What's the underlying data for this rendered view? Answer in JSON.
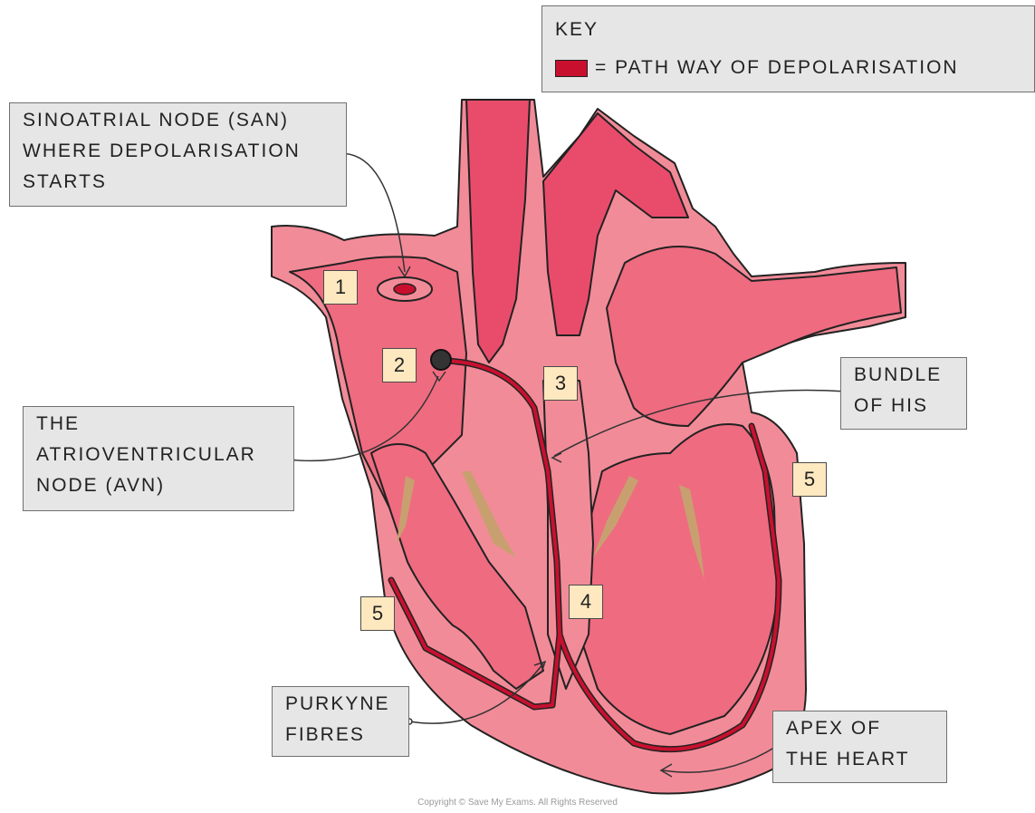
{
  "key": {
    "title": "KEY",
    "entry": "= PATH WAY OF DEPOLARISATION",
    "swatch_color": "#c8102e"
  },
  "labels": {
    "san": [
      "SINOATRIAL NODE (SAN)",
      "WHERE DEPOLARISATION",
      "STARTS"
    ],
    "avn": [
      "THE",
      "ATRIOVENTRICULAR",
      "NODE (AVN)"
    ],
    "bundle": [
      "BUNDLE",
      "OF HIS"
    ],
    "purkyne": [
      "PURKYNE",
      "FIBRES"
    ],
    "apex": [
      "APEX OF",
      "THE HEART"
    ]
  },
  "numbers": {
    "n1": "1",
    "n2": "2",
    "n3": "3",
    "n4": "4",
    "n5_left": "5",
    "n5_right": "5"
  },
  "colors": {
    "heart_wall": "#f28b98",
    "heart_chamber": "#ef6b80",
    "heart_dark": "#e94c6b",
    "pathway": "#c8102e",
    "valve": "#c8a070",
    "outline": "#222222"
  },
  "copyright": "Copyright © Save My Exams. All Rights Reserved"
}
